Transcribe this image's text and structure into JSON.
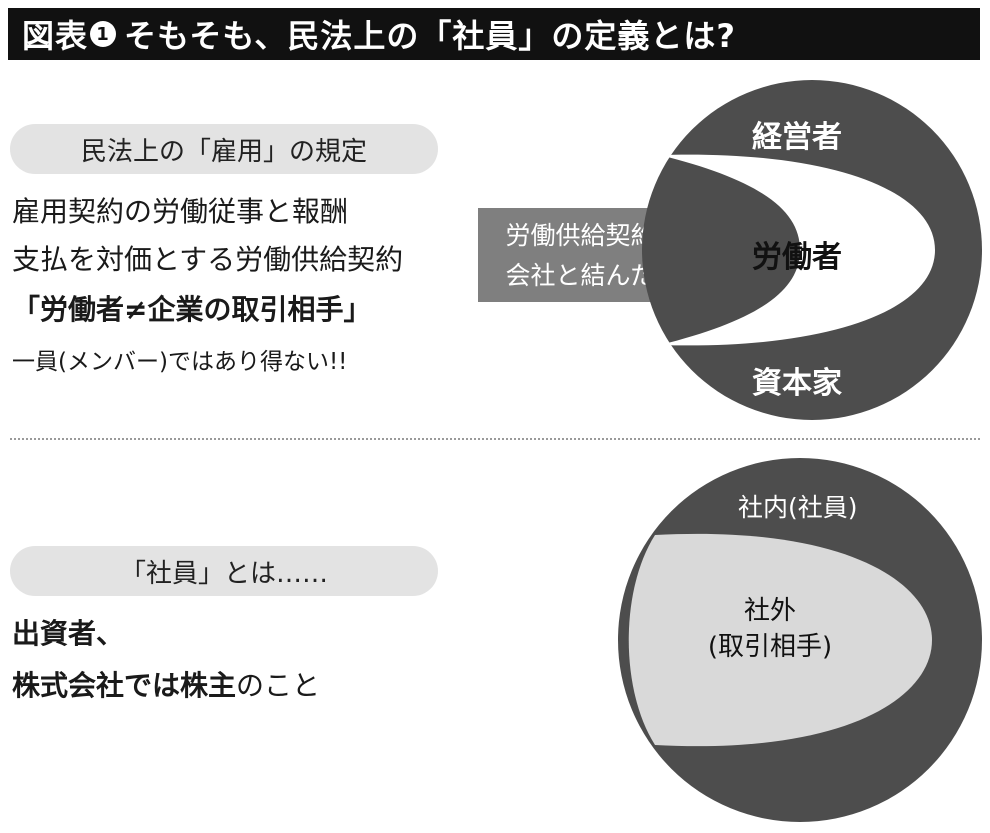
{
  "title": {
    "label": "図表",
    "number": "1",
    "text": "そもそも、民法上の「社員」の定義とは?"
  },
  "section1": {
    "pill": "民法上の「雇用」の規定",
    "lines": [
      "雇用契約の労働従事と報酬",
      "支払を対価とする労働供給契約",
      "「労働者≠企業の取引相手」",
      "一員(メンバー)ではあり得ない!!"
    ]
  },
  "arrow": {
    "line1": "労働供給契約を",
    "line2": "会社と結んだ人"
  },
  "diagram1": {
    "top": "経営者",
    "middle": "労働者",
    "bottom": "資本家"
  },
  "section2": {
    "pill": "「社員」とは……",
    "line1": "出資者、",
    "line2_bold": "株式会社では株主",
    "line2_rest": "のこと"
  },
  "diagram2": {
    "outer": "社内(社員)",
    "inner_line1": "社外",
    "inner_line2": "(取引相手)"
  },
  "colors": {
    "dark": "#111111",
    "ring": "#4d4d4d",
    "arrow": "#7f7f7f",
    "pill": "#e3e3e3",
    "inner": "#d9d9d9"
  }
}
